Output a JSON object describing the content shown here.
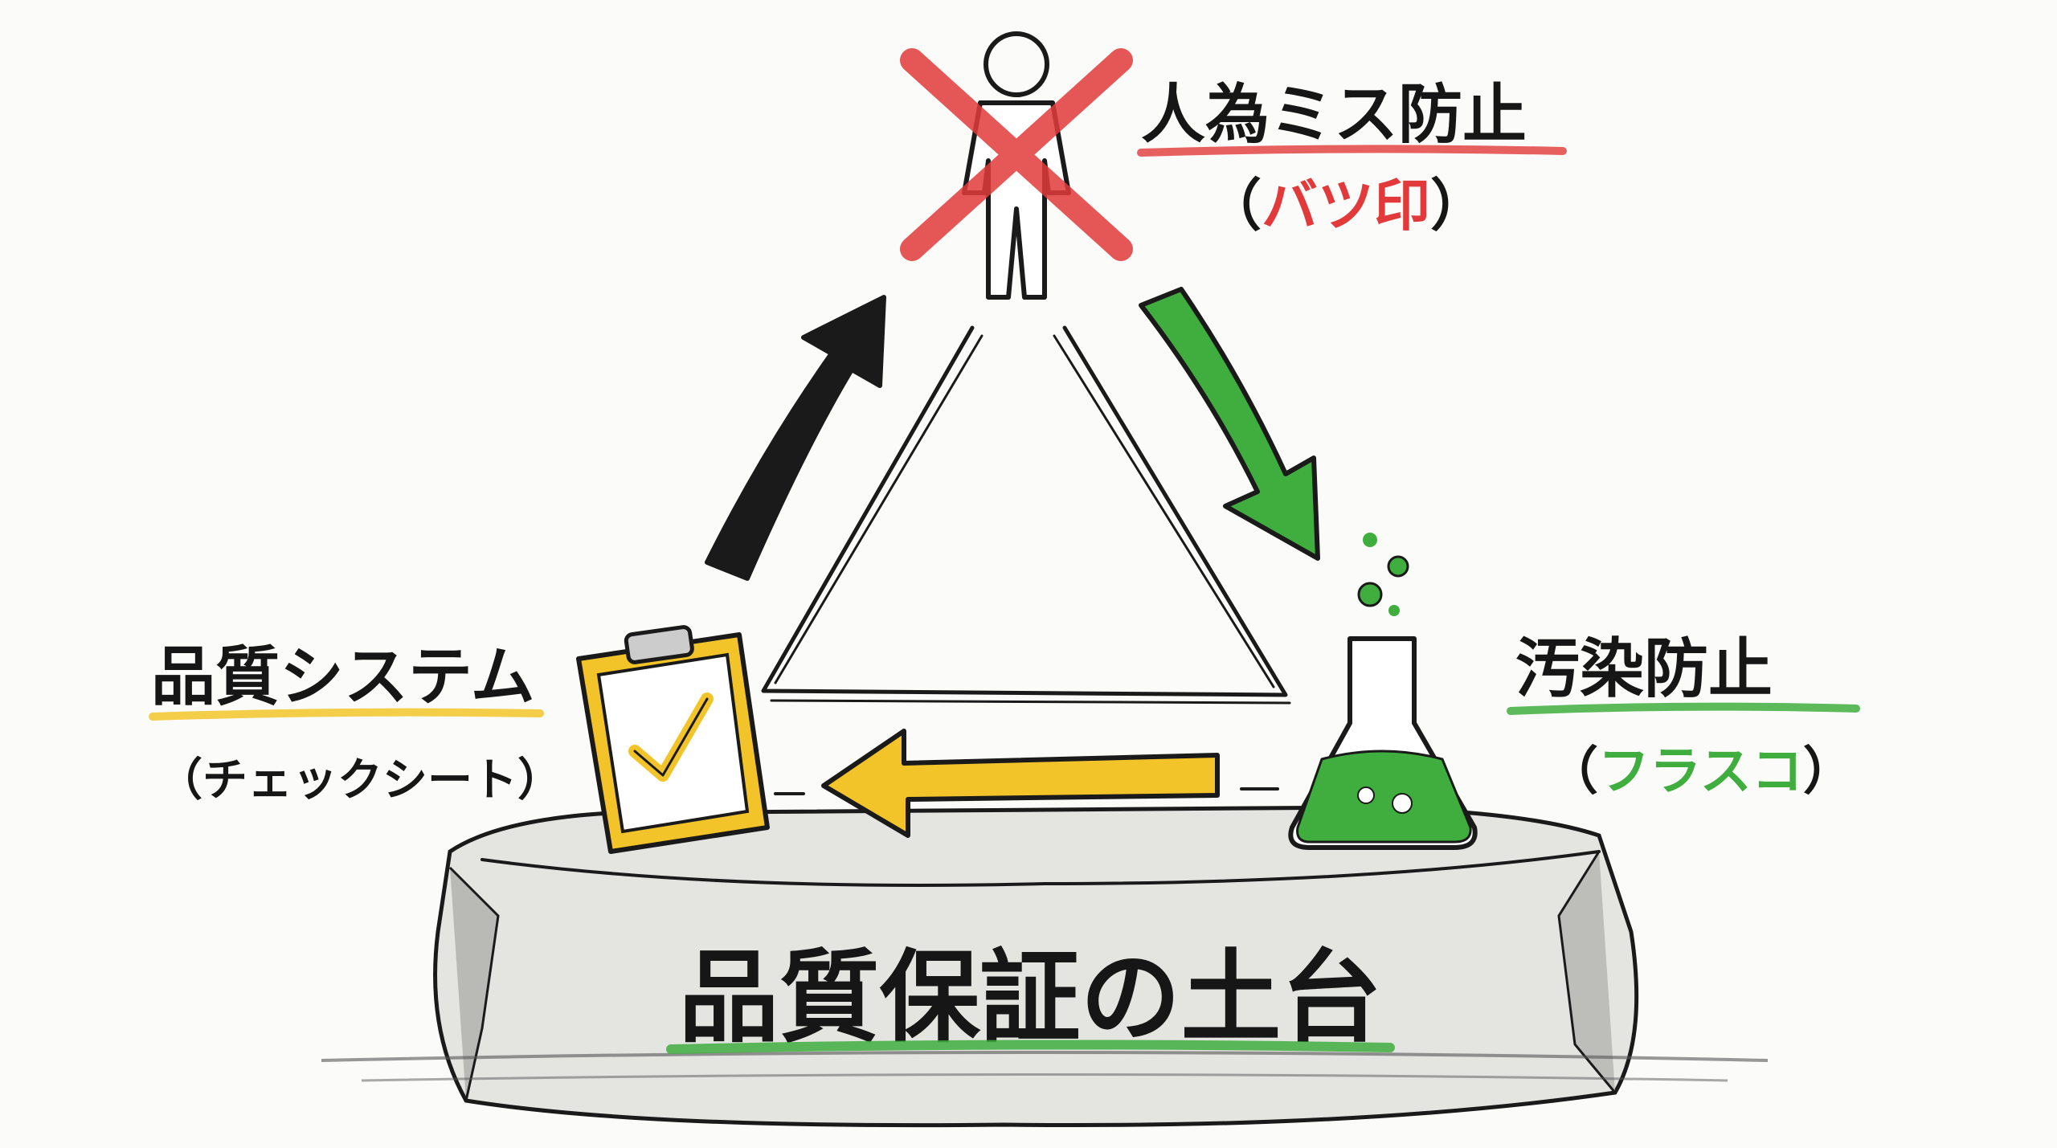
{
  "top": {
    "title": "人為ミス防止",
    "subtitle_open": "（",
    "subtitle": "バツ印",
    "subtitle_close": "）",
    "icon": "crossed-out-person-icon"
  },
  "left": {
    "title": "品質システム",
    "subtitle": "（チェックシート）",
    "icon": "clipboard-check-icon"
  },
  "right": {
    "title": "汚染防止",
    "subtitle_open": "（",
    "subtitle": "フラスコ",
    "subtitle_close": "）",
    "icon": "flask-icon"
  },
  "foundation": {
    "title": "品質保証の土台",
    "icon": "stone-base-icon"
  },
  "colors": {
    "red": "#e23a3a",
    "green": "#3fae3f",
    "yellow": "#f2c42a",
    "black": "#1a1a1a",
    "stone": "#d9d9d6"
  }
}
